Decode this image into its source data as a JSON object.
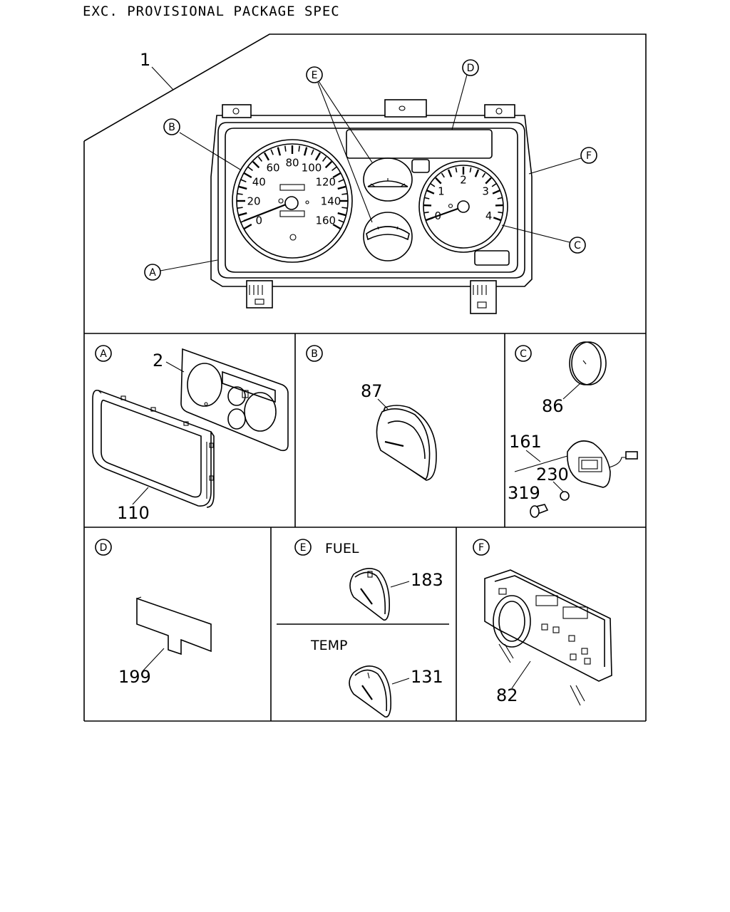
{
  "header": {
    "title": "EXC. PROVISIONAL PACKAGE SPEC"
  },
  "main": {
    "part_number": "1",
    "callouts": {
      "a": "A",
      "b": "B",
      "c": "C",
      "d": "D",
      "e": "E",
      "f": "F"
    },
    "speedometer_scale": [
      "0",
      "20",
      "40",
      "60",
      "80",
      "100",
      "120",
      "140",
      "160"
    ],
    "tachometer_scale": [
      "0",
      "1",
      "2",
      "3",
      "4"
    ]
  },
  "details": {
    "a": {
      "callout": "A",
      "parts": [
        "2",
        "110"
      ]
    },
    "b": {
      "callout": "B",
      "parts": [
        "87"
      ]
    },
    "c": {
      "callout": "C",
      "parts": [
        "86",
        "161",
        "230",
        "319"
      ]
    },
    "d": {
      "callout": "D",
      "parts": [
        "199"
      ]
    },
    "e": {
      "callout": "E",
      "fuel_label": "FUEL",
      "fuel_part": "183",
      "temp_label": "TEMP",
      "temp_part": "131"
    },
    "f": {
      "callout": "F",
      "parts": [
        "82"
      ]
    }
  }
}
